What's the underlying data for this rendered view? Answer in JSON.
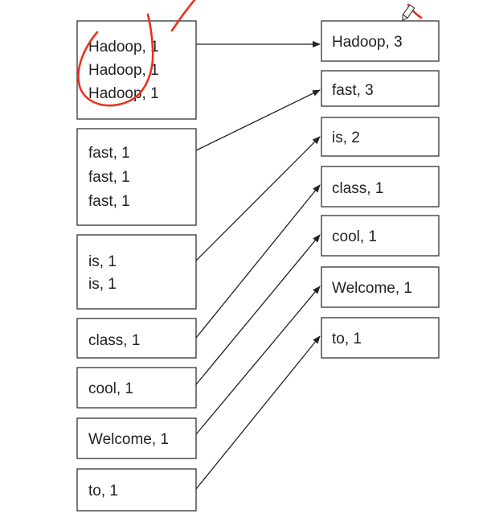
{
  "shuffle": {
    "groups": [
      {
        "items": [
          "Hadoop, 1",
          "Hadoop, 1",
          "Hadoop, 1"
        ]
      },
      {
        "items": [
          "fast, 1",
          "fast, 1",
          "fast, 1"
        ]
      },
      {
        "items": [
          "is, 1",
          "is, 1"
        ]
      },
      {
        "items": [
          "class, 1"
        ]
      },
      {
        "items": [
          "cool, 1"
        ]
      },
      {
        "items": [
          "Welcome, 1"
        ]
      },
      {
        "items": [
          "to, 1"
        ]
      }
    ]
  },
  "reduce": {
    "results": [
      {
        "label": "Hadoop, 3"
      },
      {
        "label": "fast, 3"
      },
      {
        "label": "is, 2"
      },
      {
        "label": "class, 1"
      },
      {
        "label": "cool, 1"
      },
      {
        "label": "Welcome, 1"
      },
      {
        "label": "to, 1"
      }
    ]
  },
  "annotation": {
    "color": "#e8321f",
    "pen_icon": "pen-cursor-icon"
  }
}
